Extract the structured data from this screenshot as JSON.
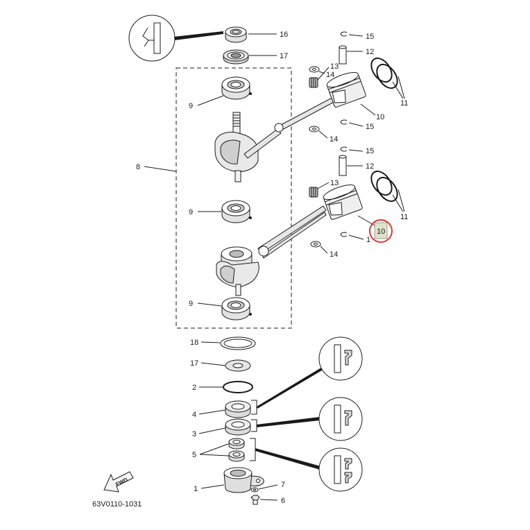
{
  "diagram": {
    "code": "63V0110-1031",
    "fwd_label": "FWD"
  },
  "part_labels": [
    "16",
    "17",
    "15",
    "12",
    "13",
    "14",
    "11",
    "10",
    "15",
    "14",
    "15",
    "12",
    "13",
    "11",
    "10",
    "1",
    "14",
    "9",
    "8",
    "9",
    "9",
    "18",
    "17",
    "2",
    "4",
    "3",
    "5",
    "1",
    "7",
    "6"
  ],
  "highlighted_part": "10",
  "colors": {
    "line": "#1a1a1a",
    "part_fill": "#e6e6e6",
    "highlight_ring": "#e0352b",
    "highlight_fill": "#dfe2c8"
  }
}
